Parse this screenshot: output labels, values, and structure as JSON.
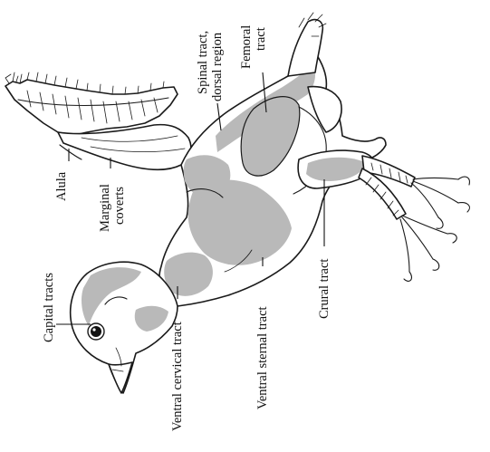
{
  "labels": {
    "capital_tracts": "Capital tracts",
    "ventral_cervical_tract": "Ventral cervical tract",
    "ventral_sternal_tract": "Ventral sternal tract",
    "crural_tract": "Crural tract",
    "alula": "Alula",
    "marginal_coverts_line1": "Marginal",
    "marginal_coverts_line2": "coverts",
    "spinal_tract_line1": "Spinal tract,",
    "spinal_tract_line2": "dorsal region",
    "femoral_tract_line1": "Femoral",
    "femoral_tract_line2": "tract"
  },
  "colors": {
    "tract_shade": "#b9b9b9",
    "outline": "#1a1a1a",
    "background": "#ffffff"
  }
}
